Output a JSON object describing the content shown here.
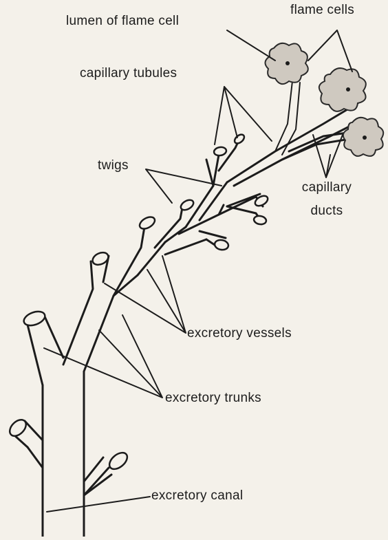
{
  "labels": {
    "lumen": "lumen of flame cell",
    "flame_cells": "flame cells",
    "capillary_tubules": "capillary tubules",
    "twigs": "twigs",
    "capillary_ducts_line1": "capillary",
    "capillary_ducts_line2": "ducts",
    "excretory_vessels": "excretory  vessels",
    "excretory_trunks": "excretory  trunks",
    "excretory_canal": "excretory canal"
  },
  "colors": {
    "ink": "#1c1c1c",
    "paper": "#f4f1ea",
    "flame_cell_fill": "#cfc9c0"
  }
}
